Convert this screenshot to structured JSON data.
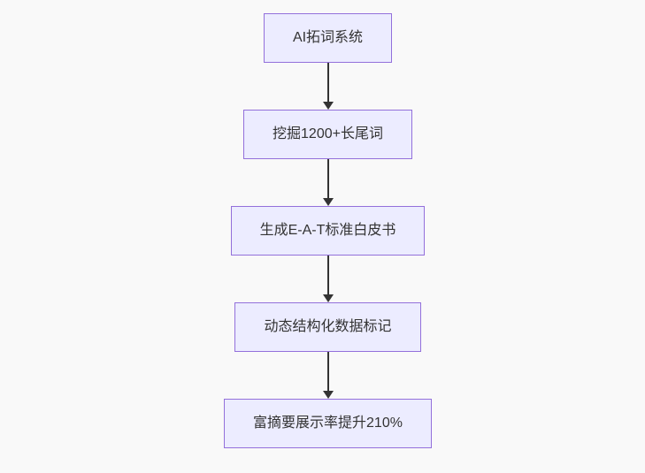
{
  "diagram": {
    "type": "flowchart",
    "direction": "top-down",
    "colors": {
      "background": "#f9f9f9",
      "node_fill": "#ECECFF",
      "node_border": "#9370DB",
      "text": "#333333",
      "arrow": "#333333"
    },
    "nodes": [
      {
        "id": "step-1",
        "label": "AI拓词系统"
      },
      {
        "id": "step-2",
        "label": "挖掘1200+长尾词"
      },
      {
        "id": "step-3",
        "label": "生成E-A-T标准白皮书"
      },
      {
        "id": "step-4",
        "label": "动态结构化数据标记"
      },
      {
        "id": "step-5",
        "label": "富摘要展示率提升210%"
      }
    ],
    "edges": [
      {
        "from": "step-1",
        "to": "step-2"
      },
      {
        "from": "step-2",
        "to": "step-3"
      },
      {
        "from": "step-3",
        "to": "step-4"
      },
      {
        "from": "step-4",
        "to": "step-5"
      }
    ]
  }
}
